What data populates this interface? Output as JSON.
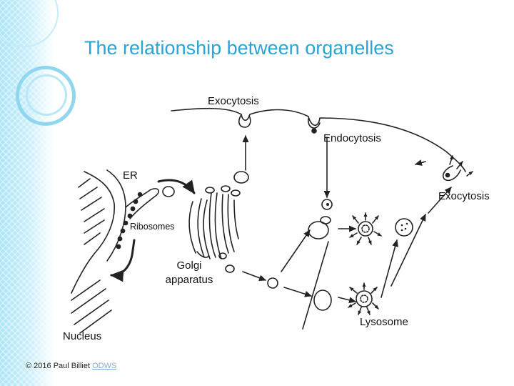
{
  "title": "The relationship between organelles",
  "labels": {
    "exocytosis_top": "Exocytosis",
    "endocytosis": "Endocytosis",
    "er": "ER",
    "exocytosis_right": "Exocytosis",
    "ribosomes": "Ribosomes",
    "golgi_line1": "Golgi",
    "golgi_line2": "apparatus",
    "lysosome": "Lysosome",
    "nucleus": "Nucleus"
  },
  "footer": {
    "copyright": "© 2016 Paul Billiet",
    "link": "ODWS"
  },
  "colors": {
    "title": "#2aa3d6",
    "accent_band": "#a9e4f5",
    "link": "#8ca6d8"
  }
}
